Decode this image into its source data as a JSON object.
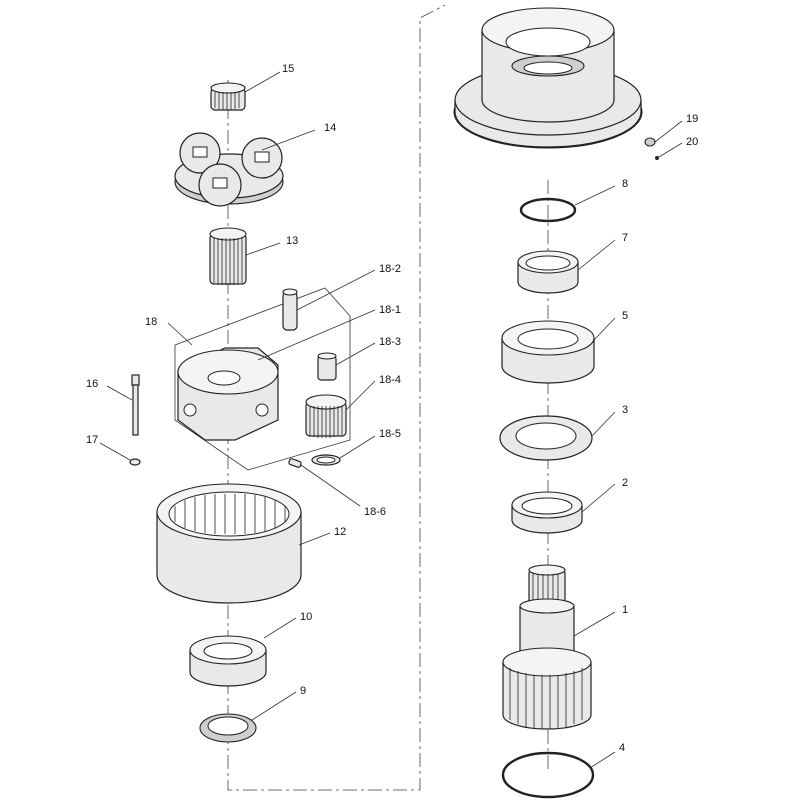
{
  "diagram": {
    "callouts": {
      "c1": "1",
      "c2": "2",
      "c3": "3",
      "c4": "4",
      "c5": "5",
      "c7": "7",
      "c8": "8",
      "c9": "9",
      "c10": "10",
      "c12": "12",
      "c13": "13",
      "c14": "14",
      "c15": "15",
      "c16": "16",
      "c17": "17",
      "c18": "18",
      "c18_1": "18-1",
      "c18_2": "18-2",
      "c18_3": "18-3",
      "c18_4": "18-4",
      "c18_5": "18-5",
      "c18_6": "18-6",
      "c19": "19",
      "c20": "20"
    }
  }
}
